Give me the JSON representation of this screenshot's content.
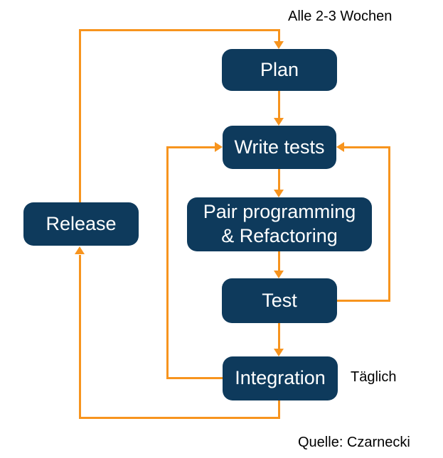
{
  "colors": {
    "node_fill": "#0E3A5C",
    "node_text": "#FFFFFF",
    "arrow": "#F7941E",
    "annotation_text": "#000000",
    "background": "#FFFFFF"
  },
  "annotations": {
    "cycle_label": "Alle 2-3 Wochen",
    "daily_label": "Täglich",
    "source_label": "Quelle: Czarnecki"
  },
  "nodes": {
    "plan": {
      "label": "Plan"
    },
    "write_tests": {
      "label": "Write tests"
    },
    "pair_programming": {
      "label": "Pair programming\n& Refactoring"
    },
    "test": {
      "label": "Test"
    },
    "integration": {
      "label": "Integration"
    },
    "release": {
      "label": "Release"
    }
  },
  "edges": [
    {
      "from": "plan",
      "to": "write_tests"
    },
    {
      "from": "write_tests",
      "to": "pair_programming"
    },
    {
      "from": "pair_programming",
      "to": "test"
    },
    {
      "from": "test",
      "to": "write_tests"
    },
    {
      "from": "test",
      "to": "integration"
    },
    {
      "from": "integration",
      "to": "write_tests",
      "label": "Täglich"
    },
    {
      "from": "integration",
      "to": "release"
    },
    {
      "from": "release",
      "to": "plan",
      "label": "Alle 2-3 Wochen"
    }
  ]
}
